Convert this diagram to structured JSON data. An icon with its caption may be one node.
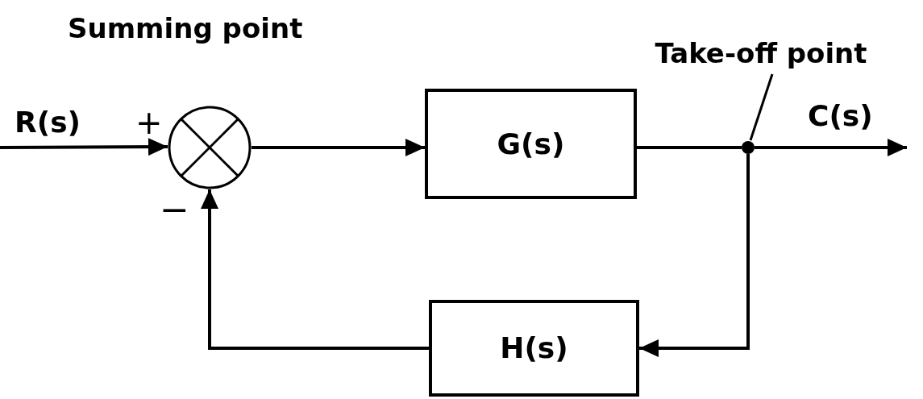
{
  "diagram": {
    "nodes": [
      {
        "text": [],
        "shape": "circle",
        "beside": [
          "Summing point"
        ]
      },
      {
        "text": [
          "G(s)"
        ]
      },
      {
        "text": [],
        "shape": "circle"
      },
      {
        "text": [
          "H(s)"
        ]
      },
      {
        "text": [
          "Take-off point"
        ]
      }
    ],
    "edges": [
      {
        "from": null,
        "to": 0,
        "arrow": "to",
        "label": "R(s)"
      },
      {
        "from": 0,
        "to": 1,
        "arrow": "to"
      },
      {
        "from": 1,
        "to": 2,
        "arrow": "none"
      },
      {
        "from": 2,
        "to": null,
        "arrow": "to",
        "label": "C(s)"
      },
      {
        "from": 2,
        "to": 3,
        "arrow": "to"
      },
      {
        "from": 3,
        "to": 0,
        "arrow": "to"
      },
      {
        "from": 4,
        "to": 2,
        "arrow": "none"
      }
    ],
    "labels": [
      "+",
      "−"
    ]
  }
}
